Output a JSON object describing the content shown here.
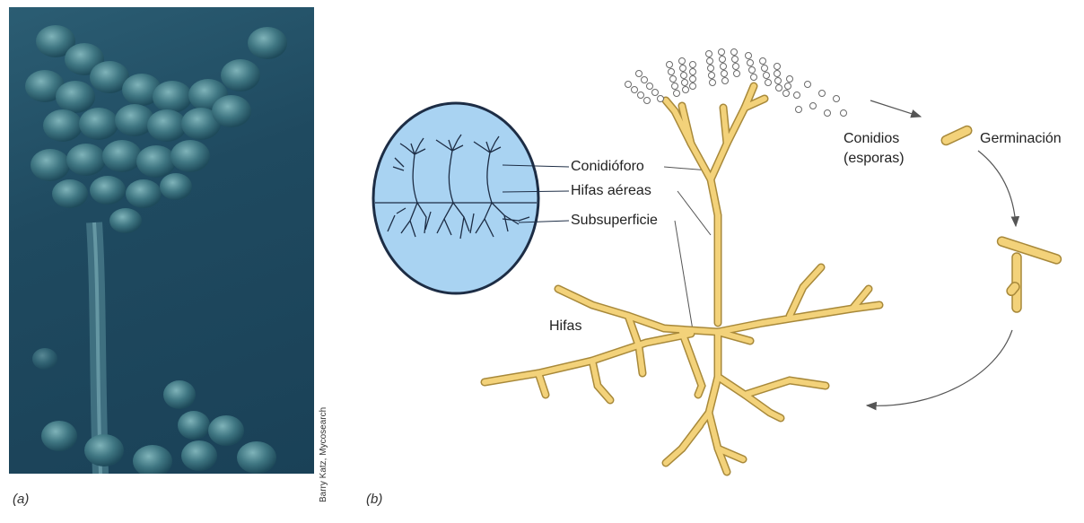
{
  "panels": {
    "a": "(a)",
    "b": "(b)"
  },
  "photo_credit": "Barry Katz, Mycosearch",
  "labels": {
    "conidioforo": "Conidióforo",
    "hifas_aereas": "Hifas aéreas",
    "subsuperficie": "Subsuperficie",
    "conidios": "Conidios",
    "esporas": "(esporas)",
    "germinacion": "Germinación",
    "hifas": "Hifas"
  },
  "colors": {
    "hypha_fill": "#f3d27a",
    "hypha_stroke": "#a8893a",
    "circle_fill": "#a9d3f2",
    "circle_stroke": "#1d2d45",
    "photo_bg": "#1f4a60"
  }
}
